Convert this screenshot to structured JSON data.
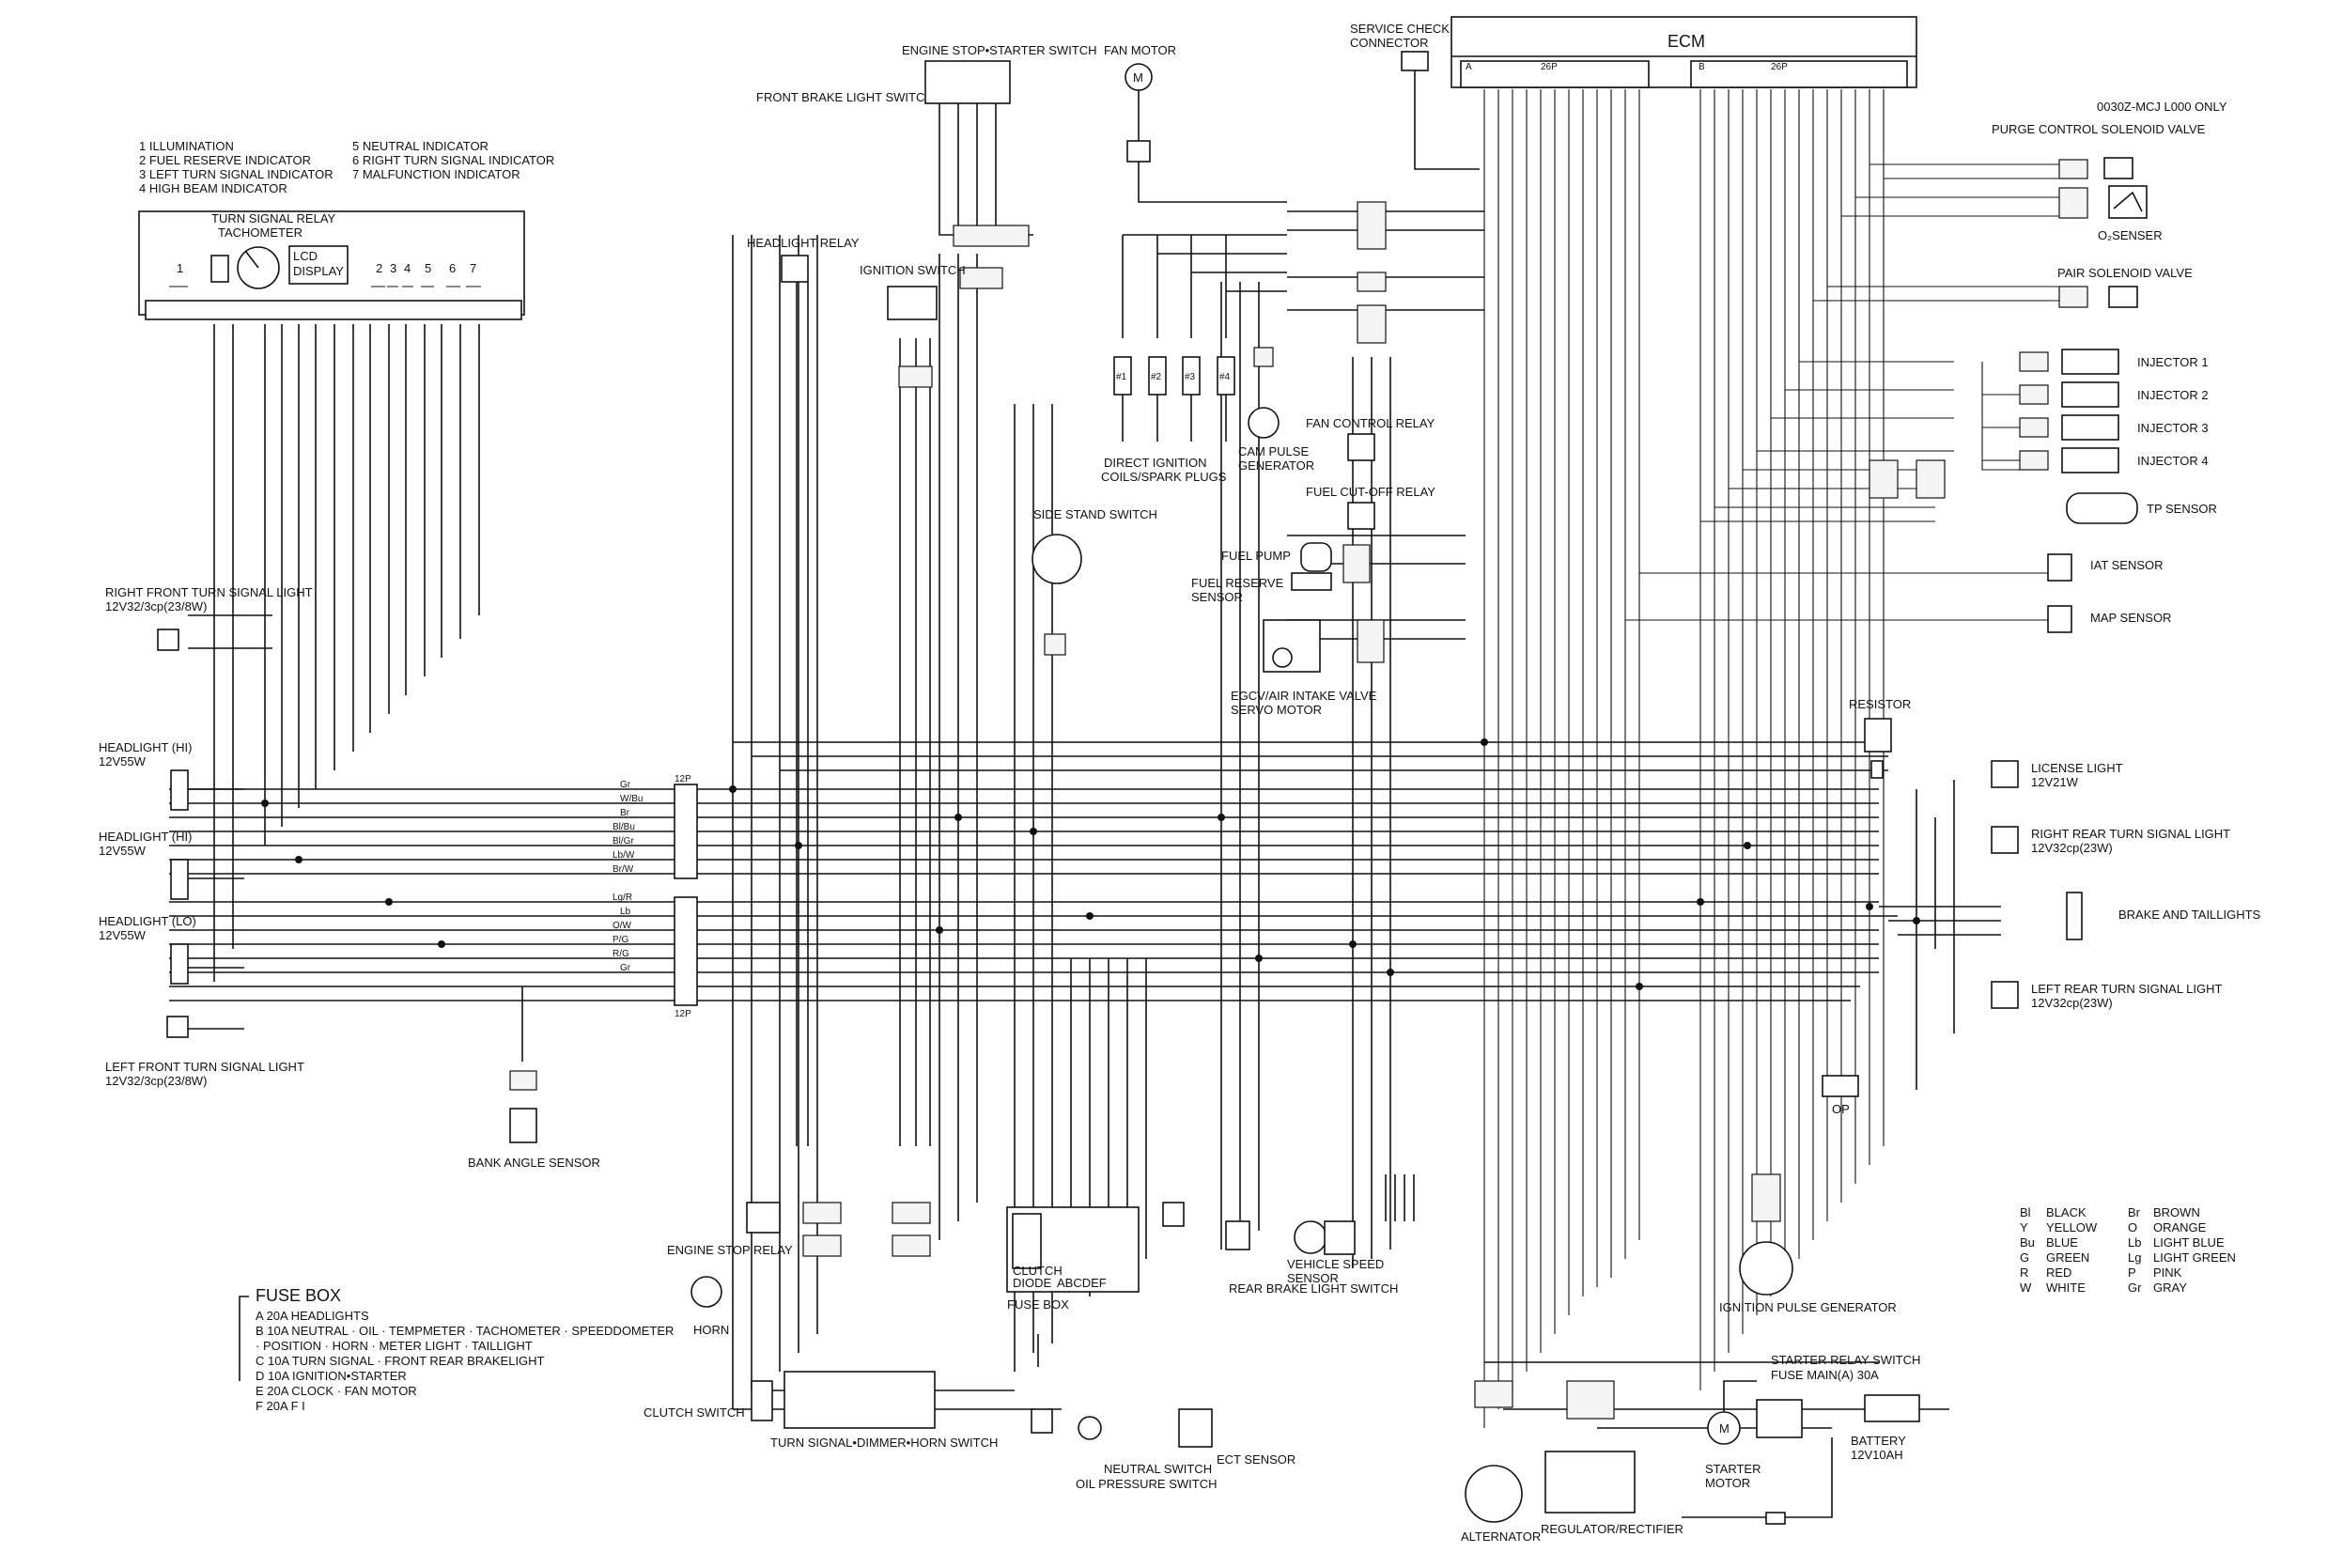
{
  "legend_indicators": [
    "1 ILLUMINATION",
    "2 FUEL RESERVE INDICATOR",
    "3 LEFT TURN SIGNAL INDICATOR",
    "4 HIGH BEAM INDICATOR",
    "5 NEUTRAL INDICATOR",
    "6 RIGHT TURN SIGNAL INDICATOR",
    "7 MALFUNCTION INDICATOR"
  ],
  "meter": {
    "turn_signal_relay": "TURN SIGNAL RELAY",
    "tachometer": "TACHOMETER",
    "lcd": "LCD",
    "display": "DISPLAY",
    "pins": [
      "1",
      "2",
      "3",
      "4",
      "5",
      "6",
      "7"
    ]
  },
  "top_labels": {
    "engine_stop_starter": "ENGINE STOP•STARTER SWITCH",
    "front_brake_light": "FRONT BRAKE LIGHT SWITCH",
    "fan_motor": "FAN MOTOR",
    "motor_symbol": "M",
    "service_check_1": "SERVICE CHECK",
    "service_check_2": "CONNECTOR",
    "ecm": "ECM",
    "ecm_a": "A",
    "ecm_a_conn": "26P",
    "ecm_b": "B",
    "ecm_b_conn": "26P",
    "model_note": "0030Z-MCJ L000 ONLY",
    "purge_valve": "PURGE CONTROL SOLENOID VALVE",
    "o2_sensor": "O₂SENSER",
    "pair_valve": "PAIR SOLENOID VALVE",
    "headlight_relay": "HEADLIGHT RELAY",
    "ignition_switch": "IGNITION SWITCH",
    "coils_1": "DIRECT IGNITION",
    "coils_2": "COILS/SPARK PLUGS",
    "coil_ids": [
      "#1",
      "#2",
      "#3",
      "#4"
    ],
    "cam_1": "CAM PULSE",
    "cam_2": "GENERATOR"
  },
  "right_labels": {
    "injectors": [
      "INJECTOR 1",
      "INJECTOR 2",
      "INJECTOR 3",
      "INJECTOR 4"
    ],
    "fan_relay": "FAN CONTROL RELAY",
    "fuel_cut_relay": "FUEL CUT-OFF RELAY",
    "tp_sensor": "TP SENSOR",
    "iat_sensor": "IAT SENSOR",
    "map_sensor": "MAP SENSOR",
    "fuel_pump": "FUEL PUMP",
    "fuel_reserve_1": "FUEL RESERVE",
    "fuel_reserve_2": "SENSOR",
    "egcv_1": "EGCV/AIR INTAKE VALVE",
    "egcv_2": "SERVO MOTOR",
    "side_stand": "SIDE STAND SWITCH",
    "resistor": "RESISTOR",
    "license_1": "LICENSE LIGHT",
    "license_2": "12V21W",
    "rr_turn_1": "RIGHT REAR TURN SIGNAL LIGHT",
    "rr_turn_2": "12V32cp(23W)",
    "brake_tail": "BRAKE AND TAILLIGHTS",
    "lr_turn_1": "LEFT REAR TURN SIGNAL LIGHT",
    "lr_turn_2": "12V32cp(23W)",
    "op": "OP"
  },
  "left_labels": {
    "rf_turn_1": "RIGHT FRONT TURN SIGNAL LIGHT",
    "rf_turn_2": "12V32/3cp(23/8W)",
    "hl_hi_1": "HEADLIGHT (HI)",
    "hl_hi_1_rating": "12V55W",
    "hl_hi_2": "HEADLIGHT (HI)",
    "hl_hi_2_rating": "12V55W",
    "hl_lo": "HEADLIGHT (LO)",
    "hl_lo_rating": "12V55W",
    "lf_turn_1": "LEFT FRONT TURN SIGNAL LIGHT",
    "lf_turn_2": "12V32/3cp(23/8W)",
    "bank_angle": "BANK ANGLE SENSOR"
  },
  "fuse_box": {
    "title": "FUSE BOX",
    "lines": [
      "A 20A  HEADLIGHTS",
      "B 10A  NEUTRAL · OIL · TEMPMETER · TACHOMETER · SPEEDDOMETER",
      "         · POSITION · HORN · METER LIGHT · TAILLIGHT",
      "C 10A  TURN SIGNAL · FRONT REAR BRAKELIGHT",
      "D 10A  IGNITION•STARTER",
      "E 20A  CLOCK · FAN MOTOR",
      "F 20A  F I"
    ]
  },
  "bottom_labels": {
    "engine_stop_relay": "ENGINE STOP RELAY",
    "horn": "HORN",
    "clutch_switch": "CLUTCH SWITCH",
    "turn_dimmer_horn": "TURN SIGNAL•DIMMER•HORN SWITCH",
    "clutch_diode_1": "CLUTCH",
    "clutch_diode_2": "DIODE",
    "fuse_letters": "ABCDEF",
    "fuse_box": "FUSE BOX",
    "neutral_switch": "NEUTRAL SWITCH",
    "oil_switch": "OIL PRESSURE SWITCH",
    "ect_sensor": "ECT SENSOR",
    "rear_brake": "REAR BRAKE LIGHT SWITCH",
    "vss_1": "VEHICLE SPEED",
    "vss_2": "SENSOR",
    "ign_pulse": "IGNITION PULSE GENERATOR",
    "alternator": "ALTERNATOR",
    "regulator": "REGULATOR/RECTIFIER",
    "starter_relay": "STARTER RELAY SWITCH",
    "main_fuse": "FUSE MAIN(A) 30A",
    "starter_1": "STARTER",
    "starter_2": "MOTOR",
    "battery_1": "BATTERY",
    "battery_2": "12V10AH"
  },
  "color_codes": [
    {
      "code": "Bl",
      "name": "BLACK",
      "code2": "Br",
      "name2": "BROWN"
    },
    {
      "code": "Y",
      "name": "YELLOW",
      "code2": "O",
      "name2": "ORANGE"
    },
    {
      "code": "Bu",
      "name": "BLUE",
      "code2": "Lb",
      "name2": "LIGHT BLUE"
    },
    {
      "code": "G",
      "name": "GREEN",
      "code2": "Lg",
      "name2": "LIGHT GREEN"
    },
    {
      "code": "R",
      "name": "RED",
      "code2": "P",
      "name2": "PINK"
    },
    {
      "code": "W",
      "name": "WHITE",
      "code2": "Gr",
      "name2": "GRAY"
    }
  ],
  "connector_left_top": "12P",
  "connector_left_bottom": "12P",
  "harness_labels_upper": [
    "Gr",
    "W/Bu",
    "Br",
    "Bl/Bu",
    "Bl/Gr",
    "Lb/W",
    "Br/W"
  ],
  "harness_labels_lower": [
    "Lg/R",
    "Lb",
    "O/W",
    "P/G",
    "R/G",
    "Gr"
  ]
}
